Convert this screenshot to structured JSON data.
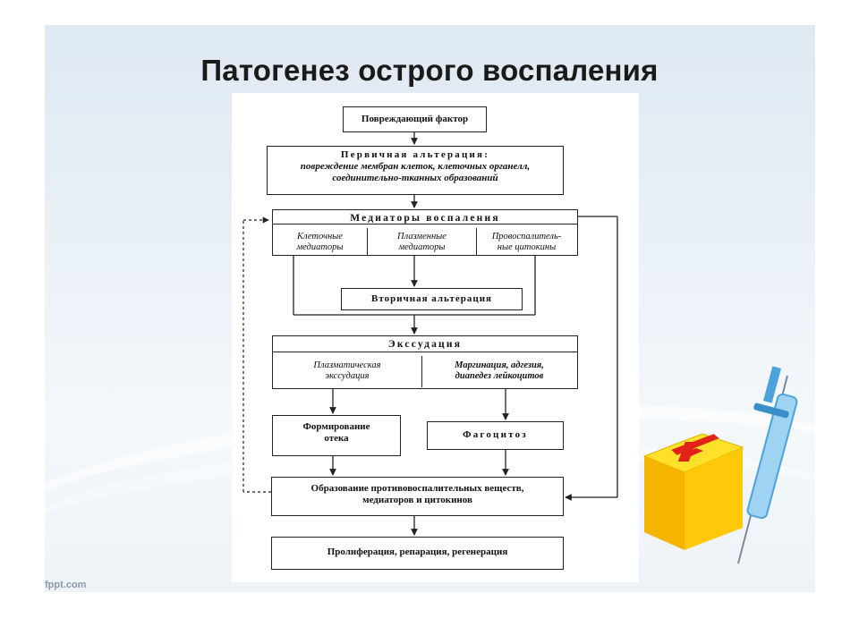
{
  "slide": {
    "title": "Патогенез острого воспаления",
    "footer": "fppt.com"
  },
  "diagram": {
    "damaging_factor": "Повреждающий фактор",
    "primary_alteration": {
      "heading": "Первичная альтерация:",
      "line1": "повреждение мембран клеток, клеточных органелл,",
      "line2": "соединительно-тканных образований"
    },
    "mediators": {
      "heading": "Медиаторы воспаления",
      "cellular": [
        "Клеточные",
        "медиаторы"
      ],
      "plasma": [
        "Плазменные",
        "медиаторы"
      ],
      "cytokines": [
        "Провоспалитель-",
        "ные цитокины"
      ]
    },
    "secondary_alteration": "Вторичная альтерация",
    "exudation": {
      "heading": "Экссудация",
      "plasmatic": [
        "Плазматическая",
        "экссудация"
      ],
      "margination": [
        "Маргинация, адгезия,",
        "диапедез лейкоцитов"
      ]
    },
    "edema": [
      "Формирование",
      "отека"
    ],
    "phagocytosis": "Фагоцитоз",
    "anti_inflammatory": [
      "Образование противовоспалительных веществ,",
      "медиаторов и цитокинов"
    ],
    "proliferation": "Пролиферация, репарация, регенерация"
  }
}
